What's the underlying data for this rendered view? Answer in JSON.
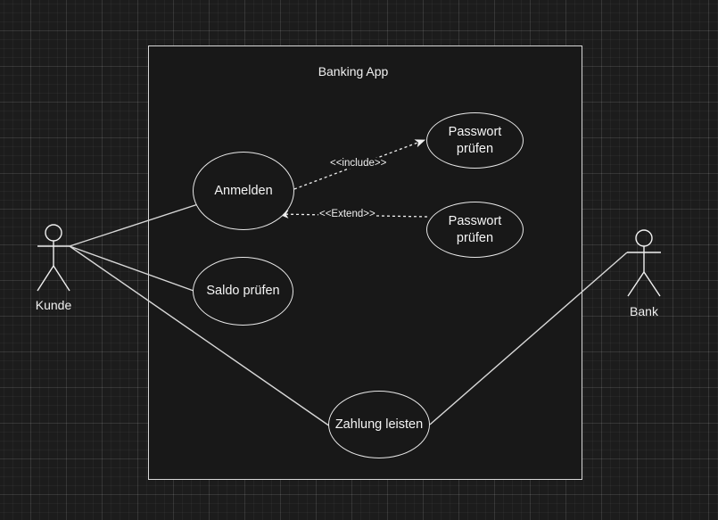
{
  "system": {
    "title": "Banking App"
  },
  "actors": [
    {
      "id": "kunde",
      "label": "Kunde"
    },
    {
      "id": "bank",
      "label": "Bank"
    }
  ],
  "usecases": [
    {
      "id": "anmelden",
      "label": "Anmelden"
    },
    {
      "id": "saldo",
      "label": "Saldo prüfen"
    },
    {
      "id": "zahlung",
      "label": "Zahlung leisten"
    },
    {
      "id": "passwort1",
      "label": "Passwort\nprüfen"
    },
    {
      "id": "passwort2",
      "label": "Passwort\nprüfen"
    }
  ],
  "relations": [
    {
      "from": "kunde",
      "to": "anmelden",
      "type": "association",
      "label": ""
    },
    {
      "from": "kunde",
      "to": "saldo",
      "type": "association",
      "label": ""
    },
    {
      "from": "kunde",
      "to": "zahlung",
      "type": "association",
      "label": ""
    },
    {
      "from": "bank",
      "to": "zahlung",
      "type": "association",
      "label": ""
    },
    {
      "from": "anmelden",
      "to": "passwort1",
      "type": "include",
      "label": "<<include>>"
    },
    {
      "from": "passwort2",
      "to": "anmelden",
      "type": "extend",
      "label": "<<Extend>>"
    }
  ],
  "colors": {
    "background": "#1c1c1c",
    "stroke": "#e8e8e8",
    "text": "#f0f0f0"
  }
}
